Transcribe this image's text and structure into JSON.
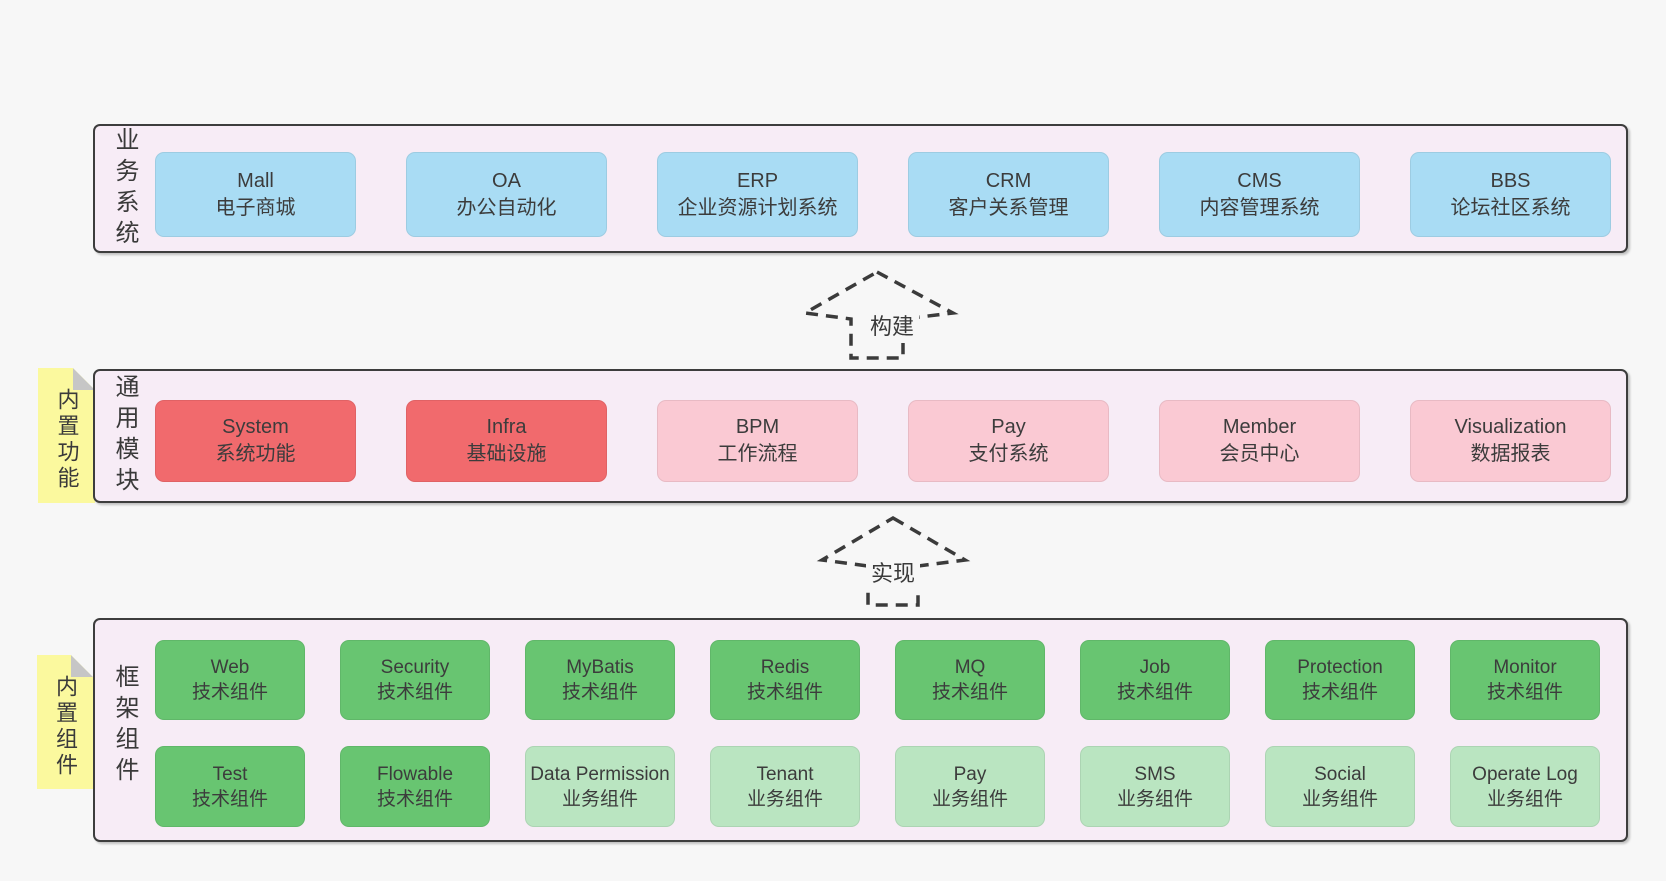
{
  "page": {
    "background_color": "#f7f7f7"
  },
  "colors": {
    "band_background": "#f7ecf6",
    "band_border": "#3d3d3d",
    "blue_box": "#a9dcf4",
    "red_box": "#f16a6d",
    "pink_box": "#fac9d3",
    "green_box": "#68c571",
    "light_green_box": "#bae5c1",
    "sticky_note": "#fbf99e",
    "note_fold": "#c6c6c6",
    "text": "#3c3c3c"
  },
  "notes": [
    {
      "text": "内置功能"
    },
    {
      "text": "内置组件"
    }
  ],
  "arrows": [
    {
      "label": "构建"
    },
    {
      "label": "实现"
    }
  ],
  "bands": [
    {
      "label": "业务系统",
      "boxes": [
        {
          "title": "Mall",
          "subtitle": "电子商城"
        },
        {
          "title": "OA",
          "subtitle": "办公自动化"
        },
        {
          "title": "ERP",
          "subtitle": "企业资源计划系统"
        },
        {
          "title": "CRM",
          "subtitle": "客户关系管理"
        },
        {
          "title": "CMS",
          "subtitle": "内容管理系统"
        },
        {
          "title": "BBS",
          "subtitle": "论坛社区系统"
        }
      ]
    },
    {
      "label": "通用模块",
      "boxes": [
        {
          "title": "System",
          "subtitle": "系统功能"
        },
        {
          "title": "Infra",
          "subtitle": "基础设施"
        },
        {
          "title": "BPM",
          "subtitle": "工作流程"
        },
        {
          "title": "Pay",
          "subtitle": "支付系统"
        },
        {
          "title": "Member",
          "subtitle": "会员中心"
        },
        {
          "title": "Visualization",
          "subtitle": "数据报表"
        }
      ]
    },
    {
      "label": "框架组件",
      "boxes": [
        {
          "title": "Web",
          "subtitle": "技术组件"
        },
        {
          "title": "Security",
          "subtitle": "技术组件"
        },
        {
          "title": "MyBatis",
          "subtitle": "技术组件"
        },
        {
          "title": "Redis",
          "subtitle": "技术组件"
        },
        {
          "title": "MQ",
          "subtitle": "技术组件"
        },
        {
          "title": "Job",
          "subtitle": "技术组件"
        },
        {
          "title": "Protection",
          "subtitle": "技术组件"
        },
        {
          "title": "Monitor",
          "subtitle": "技术组件"
        },
        {
          "title": "Test",
          "subtitle": "技术组件"
        },
        {
          "title": "Flowable",
          "subtitle": "技术组件"
        },
        {
          "title": "Data Permission",
          "subtitle": "业务组件"
        },
        {
          "title": "Tenant",
          "subtitle": "业务组件"
        },
        {
          "title": "Pay",
          "subtitle": "业务组件"
        },
        {
          "title": "SMS",
          "subtitle": "业务组件"
        },
        {
          "title": "Social",
          "subtitle": "业务组件"
        },
        {
          "title": "Operate Log",
          "subtitle": "业务组件"
        }
      ]
    }
  ]
}
